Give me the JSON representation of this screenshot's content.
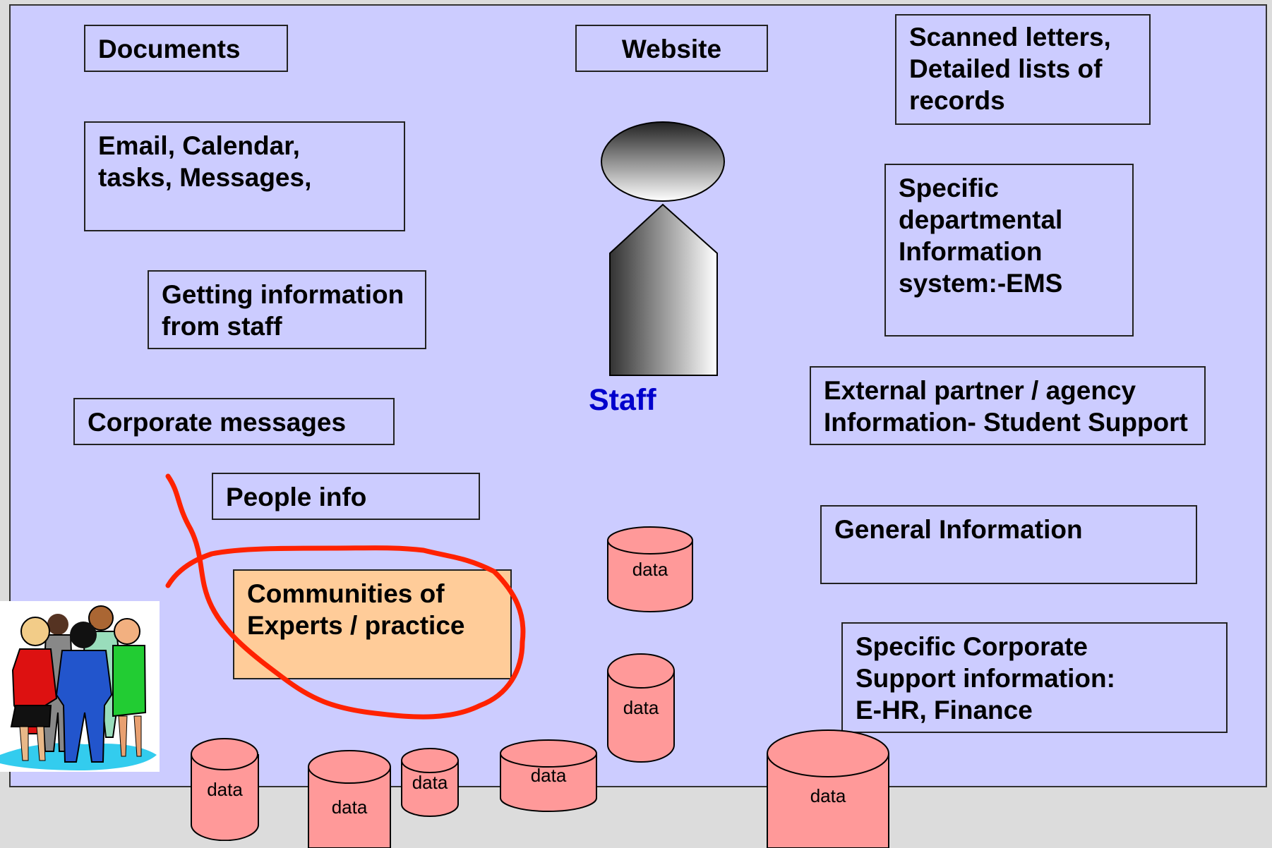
{
  "boxes": {
    "documents": "Documents",
    "website": "Website",
    "scanned": "Scanned letters,\nDetailed lists of\nrecords",
    "email": "Email, Calendar,\ntasks, Messages,",
    "departmental": "Specific\ndepartmental\nInformation\nsystem:-EMS",
    "getting_info": "Getting information\nfrom staff",
    "external": "External partner / agency\nInformation- Student Support",
    "corporate_messages": "Corporate messages",
    "people_info": "People info",
    "general_info": "General Information",
    "communities": "Communities of\nExperts / practice",
    "corporate_support": "Specific Corporate\nSupport information:\nE-HR, Finance"
  },
  "staff": {
    "label": "Staff",
    "color": "#0000cc"
  },
  "data_label": "data",
  "colors": {
    "panel": "#ccccff",
    "cylinder": "#ff9999",
    "highlight": "#ffcc99",
    "annotation": "#ff2200"
  },
  "icons": [
    "staff-person-icon",
    "people-group-icon"
  ]
}
